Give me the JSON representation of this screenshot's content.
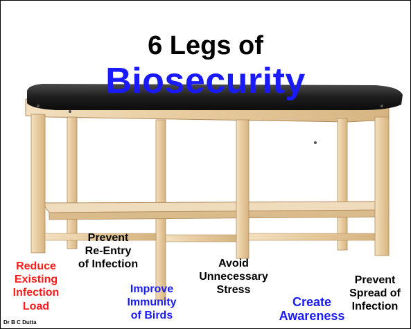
{
  "title": {
    "line1": "6 Legs of",
    "line2": "Biosecurity"
  },
  "colors": {
    "title_blue": "#1a1aff",
    "red": "#ff1a1a",
    "black": "#000000",
    "tabletop": "#2a2a2a",
    "wood": "#e8cfa8"
  },
  "legs": [
    {
      "text": "Reduce\nExisting\nInfection\nLoad",
      "color": "red"
    },
    {
      "text": "Prevent\nRe-Entry\nof Infection",
      "color": "black"
    },
    {
      "text": "Improve\nImmunity\nof Birds",
      "color": "blue"
    },
    {
      "text": "Avoid\nUnnecessary\nStress",
      "color": "black"
    },
    {
      "text": "Create\nAwareness",
      "color": "blue"
    },
    {
      "text": "Prevent\nSpread of\nInfection",
      "color": "black"
    }
  ],
  "author": "Dr B C Dutta"
}
